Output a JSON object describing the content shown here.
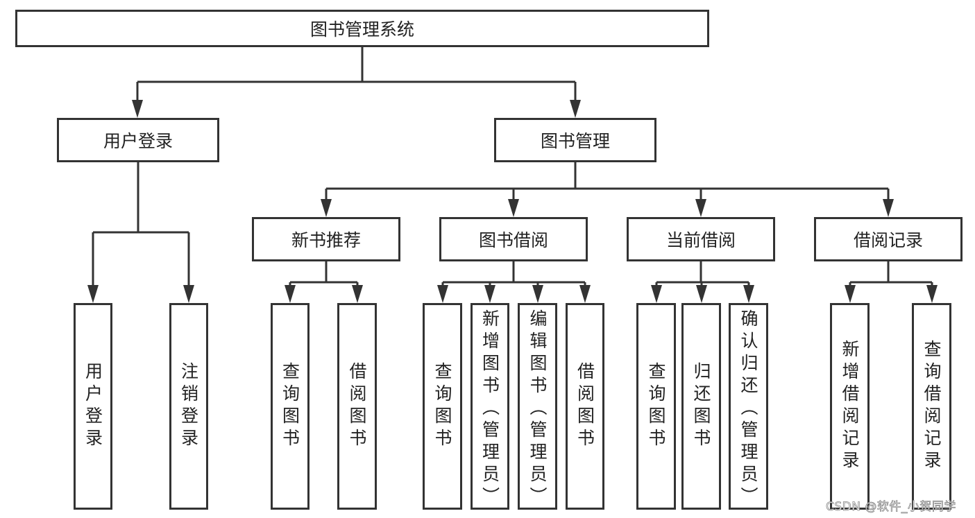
{
  "diagram": {
    "root": "图书管理系统",
    "level1": [
      {
        "label": "用户登录",
        "children": [
          "用户登录",
          "注销登录"
        ]
      },
      {
        "label": "图书管理"
      }
    ],
    "level2": [
      {
        "label": "新书推荐",
        "children": [
          "查询图书",
          "借阅图书"
        ]
      },
      {
        "label": "图书借阅",
        "children": [
          "查询图书",
          "新增图书（管理员）",
          "编辑图书（管理员）",
          "借阅图书"
        ]
      },
      {
        "label": "当前借阅",
        "children": [
          "查询图书",
          "归还图书",
          "确认归还（管理员）"
        ]
      },
      {
        "label": "借阅记录",
        "children": [
          "新增借阅记录",
          "查询借阅记录"
        ]
      }
    ],
    "line_color": "#333333"
  },
  "watermark": "CSDN @软件_小贺同学"
}
